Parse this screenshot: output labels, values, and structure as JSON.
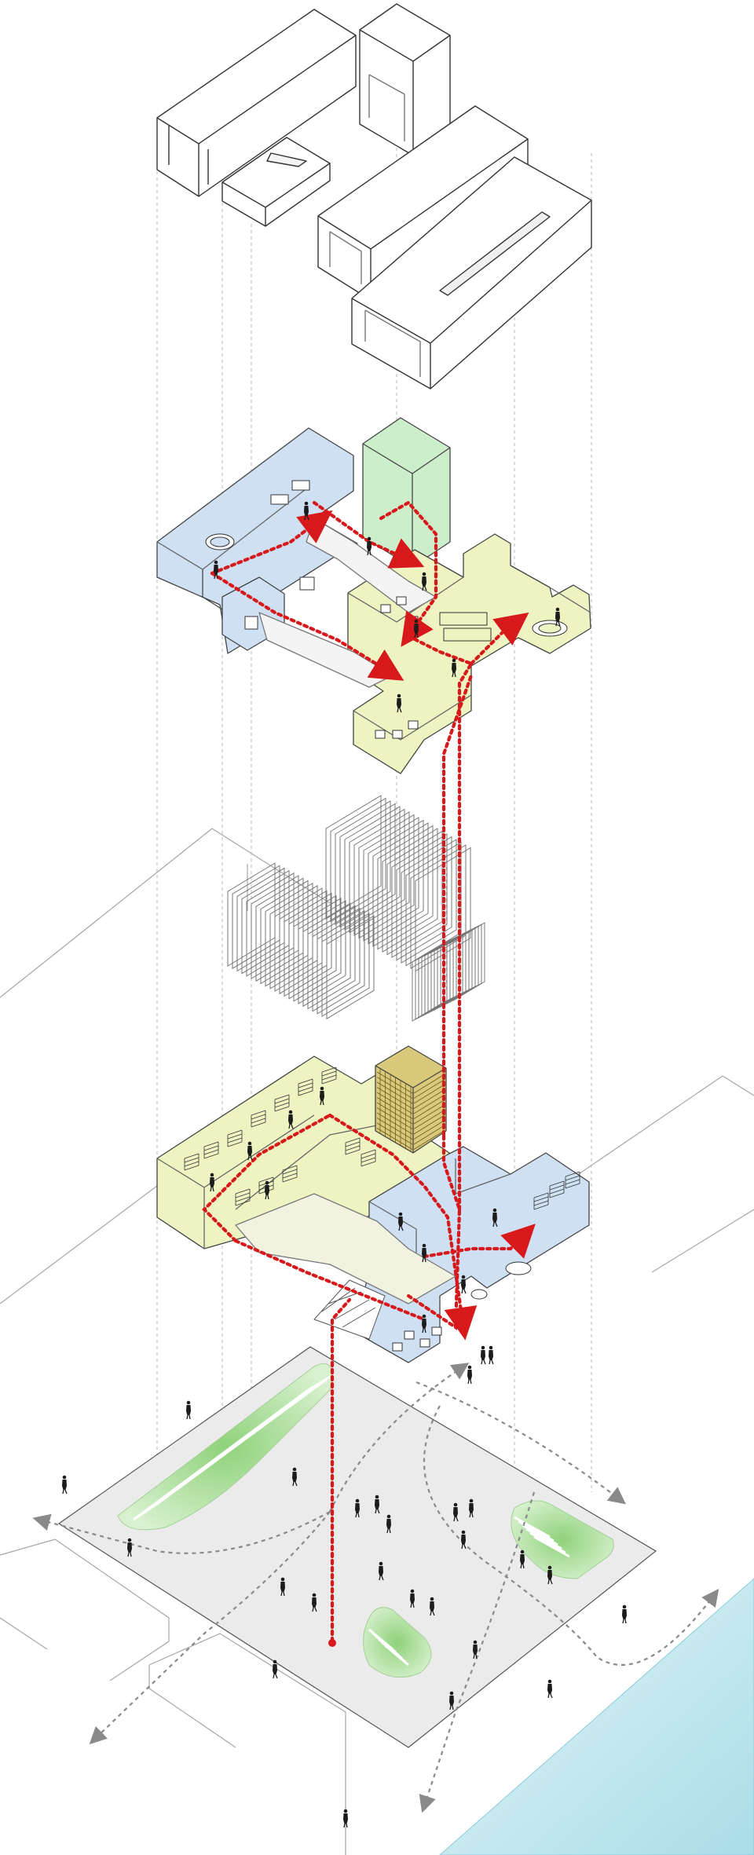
{
  "diagram": {
    "kind": "exploded axonometric architectural diagram",
    "layers": [
      "roof-volumes",
      "upper-floor",
      "facade-screens",
      "ground-floor",
      "plaza",
      "river"
    ],
    "colors": {
      "background": "#ffffff",
      "line": "#3a3a3a",
      "context_line": "#9a9a9a",
      "guide_line": "#b5b5b5",
      "blue_zone": "#cfe0f3",
      "yellow_zone": "#eef3c2",
      "green_zone": "#cdeecb",
      "plaza": "#ececec",
      "lawn": "#a9dc96",
      "river": "#bfe6ef",
      "circulation_red": "#d7191c",
      "path_gray": "#8a8a8a",
      "figure": "#1c1c1c"
    },
    "icons": [
      "person-figure-icon",
      "arrow-head-icon",
      "bookshelf-icon",
      "table-set-icon"
    ]
  }
}
